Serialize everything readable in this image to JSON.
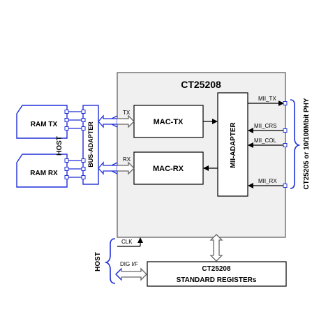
{
  "diagram": {
    "chip_title": "CT25208",
    "blocks": {
      "mac_tx": "MAC-TX",
      "mac_rx": "MAC-RX",
      "mii_adapter": "MII-ADAPTER",
      "bus_adapter": "BUS-ADAPTER",
      "ram_tx": "RAM TX",
      "ram_rx": "RAM RX",
      "std_reg_line1": "CT25208",
      "std_reg_line2": "STANDARD REGISTERs"
    },
    "signals": {
      "tx": "TX",
      "rx": "RX",
      "mii_tx": "MII_TX",
      "mii_crs": "MII_CRS",
      "mii_col": "MII_COL",
      "mii_rx": "MII_RX",
      "clk": "CLK",
      "dig_if": "DIG I/F"
    },
    "side_labels": {
      "host_top": "HOST",
      "host_bottom": "HOST",
      "phy": "CT25205 or 10/100Mbit PHY"
    },
    "colors": {
      "blue": "#1f2fd8",
      "chip_fill": "#f0f0f0",
      "line": "#000000"
    }
  }
}
